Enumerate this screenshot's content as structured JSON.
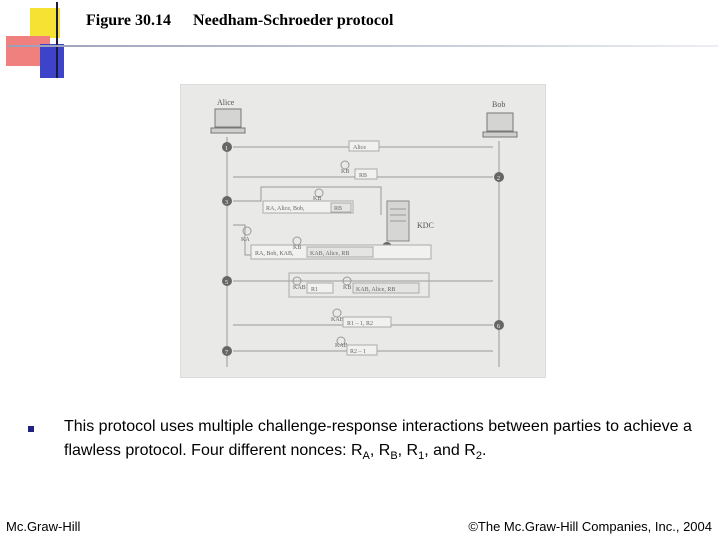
{
  "slide": {
    "figure_number": "Figure 30.14",
    "figure_title": "Needham-Schroeder protocol",
    "bullet": {
      "intro": "This protocol uses multiple challenge-response interactions between parties to achieve a flawless protocol. Four different nonces: R",
      "sub_a": "A",
      "sep1": ", R",
      "sub_b": "B",
      "sep2": ", R",
      "sub_1": "1",
      "sep3": ", and R",
      "sub_2": "2",
      "end": "."
    },
    "footer_left": "Mc.Graw-Hill",
    "footer_right": "©The Mc.Graw-Hill Companies, Inc., 2004"
  },
  "diagram": {
    "parties": [
      "Alice",
      "Bob",
      "KDC"
    ],
    "steps": [
      "1",
      "2",
      "3",
      "4",
      "5",
      "6",
      "7"
    ],
    "messages": {
      "m1": "Alice",
      "m2_key": "KB",
      "m2": "RB",
      "m3_key": "KB",
      "m3": "RA, Alice, Bob,",
      "m3_tail": "RB",
      "m4_key": "KA",
      "m4": "RA, Bob, KAB,",
      "m4_inner_key": "KB",
      "m4_inner": "KAB, Alice, RB",
      "m5_key": "KAB",
      "m5": "R1",
      "m5_inner_key": "KB",
      "m5_inner": "KAB, Alice, RB",
      "m6_key": "KAB",
      "m6": "R1 – 1, R2",
      "m7_key": "KAB",
      "m7": "R2 – 1"
    }
  },
  "colors": {
    "accent_blue": "#1e2280",
    "figure_bg": "#e9e9e7"
  }
}
